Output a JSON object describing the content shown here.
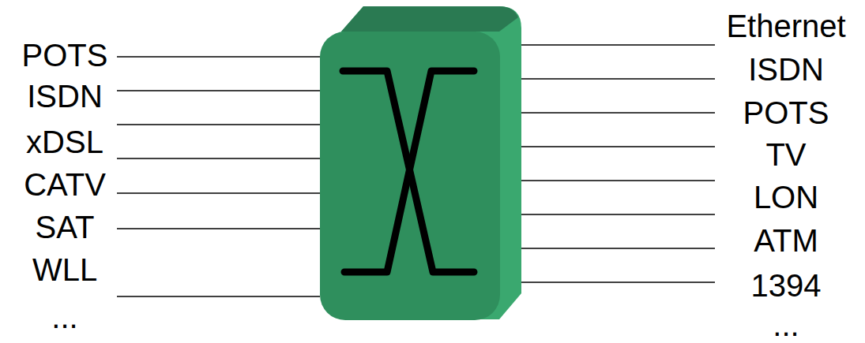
{
  "diagram": {
    "labels": [
      "POTS",
      "ISDN",
      "xDSL",
      "CATV",
      "SAT",
      "WLL",
      "...",
      "Ethernet",
      "ISDN",
      "POTS",
      "TV",
      "LON",
      "ATM",
      "1394",
      "..."
    ]
  }
}
